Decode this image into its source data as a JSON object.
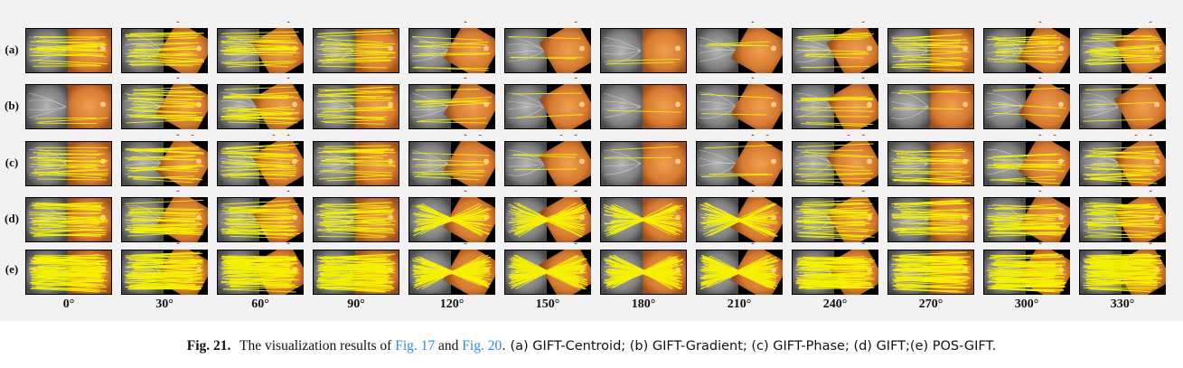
{
  "figure": {
    "row_labels": [
      "(a)",
      "(b)",
      "(c)",
      "(d)",
      "(e)"
    ],
    "column_labels": [
      "0°",
      "30°",
      "60°",
      "90°",
      "120°",
      "150°",
      "180°",
      "210°",
      "240°",
      "270°",
      "300°",
      "330°"
    ],
    "match_density_by_row": [
      [
        20,
        22,
        22,
        18,
        8,
        3,
        2,
        3,
        10,
        18,
        14,
        20
      ],
      [
        3,
        22,
        22,
        18,
        8,
        2,
        1,
        2,
        10,
        3,
        3,
        3
      ],
      [
        20,
        22,
        22,
        18,
        8,
        3,
        2,
        3,
        10,
        18,
        14,
        20
      ],
      [
        36,
        32,
        32,
        30,
        34,
        38,
        40,
        32,
        30,
        30,
        30,
        30
      ],
      [
        80,
        75,
        75,
        75,
        75,
        75,
        75,
        75,
        75,
        75,
        75,
        75
      ]
    ],
    "colors": {
      "match_line": "#f5f200",
      "fluorescein_left": "#8a8a8a",
      "color_fundus_right": "#e08a3c",
      "tile_background": "#000000"
    }
  },
  "caption": {
    "fig_num": "Fig. 21.",
    "text_1": "The visualization results of",
    "ref_1": "Fig. 17",
    "text_2": "and",
    "ref_2": "Fig. 20",
    "text_3": ". (a) GIFT-Centroid; (b) GIFT-Gradient; (c) GIFT-Phase; (d) GIFT;(e) POS-GIFT."
  }
}
